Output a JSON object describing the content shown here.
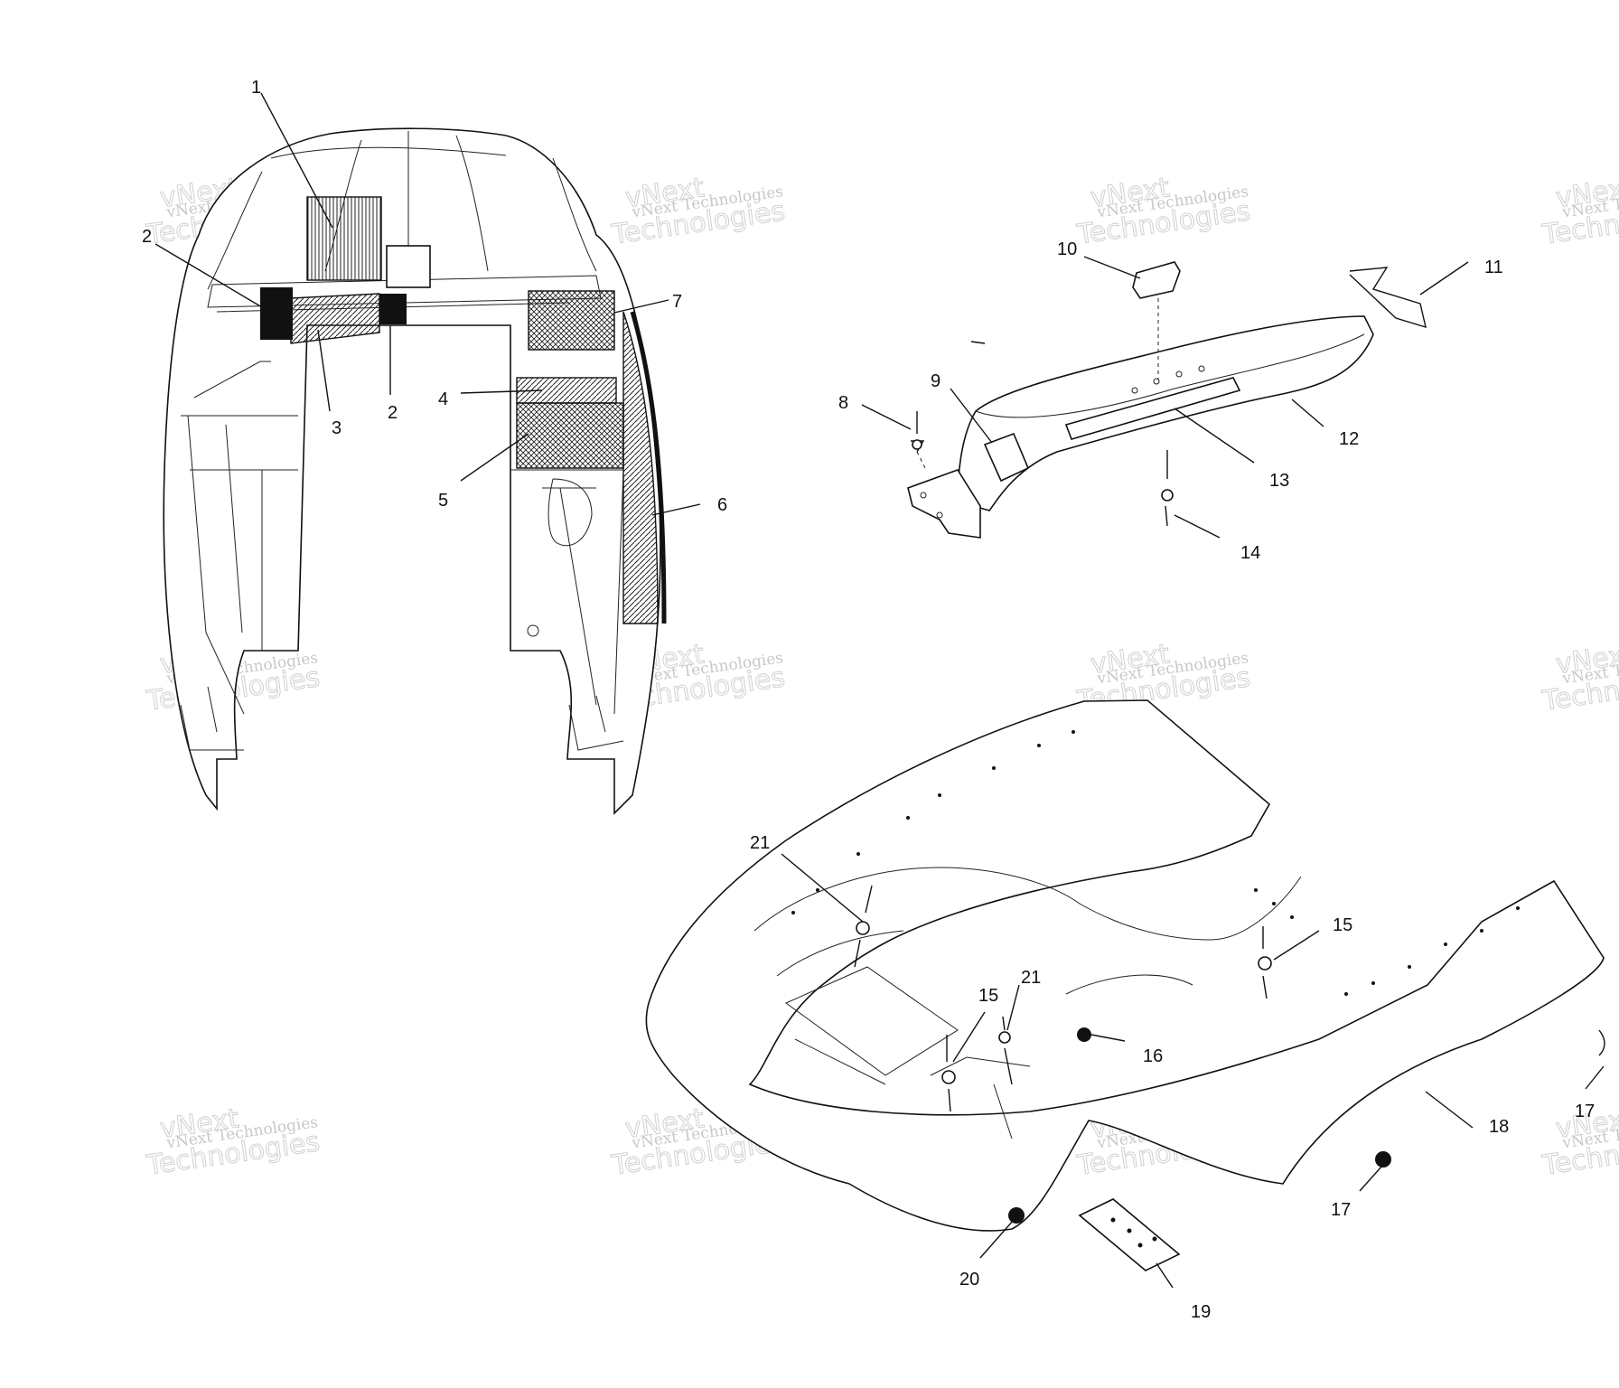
{
  "callouts": [
    {
      "id": "c1",
      "label": "1"
    },
    {
      "id": "c2a",
      "label": "2"
    },
    {
      "id": "c2b",
      "label": "2"
    },
    {
      "id": "c3",
      "label": "3"
    },
    {
      "id": "c4",
      "label": "4"
    },
    {
      "id": "c5",
      "label": "5"
    },
    {
      "id": "c6",
      "label": "6"
    },
    {
      "id": "c7",
      "label": "7"
    },
    {
      "id": "c8",
      "label": "8"
    },
    {
      "id": "c9",
      "label": "9"
    },
    {
      "id": "c10",
      "label": "10"
    },
    {
      "id": "c11",
      "label": "11"
    },
    {
      "id": "c12",
      "label": "12"
    },
    {
      "id": "c13",
      "label": "13"
    },
    {
      "id": "c14",
      "label": "14"
    },
    {
      "id": "c15a",
      "label": "15"
    },
    {
      "id": "c15b",
      "label": "15"
    },
    {
      "id": "c16",
      "label": "16"
    },
    {
      "id": "c17a",
      "label": "17"
    },
    {
      "id": "c17b",
      "label": "17"
    },
    {
      "id": "c18",
      "label": "18"
    },
    {
      "id": "c19",
      "label": "19"
    },
    {
      "id": "c20",
      "label": "20"
    },
    {
      "id": "c21a",
      "label": "21"
    },
    {
      "id": "c21b",
      "label": "21"
    }
  ],
  "watermark": {
    "line1": "vNext Technologies",
    "line2": "vNext",
    "line3": "Technologies"
  }
}
